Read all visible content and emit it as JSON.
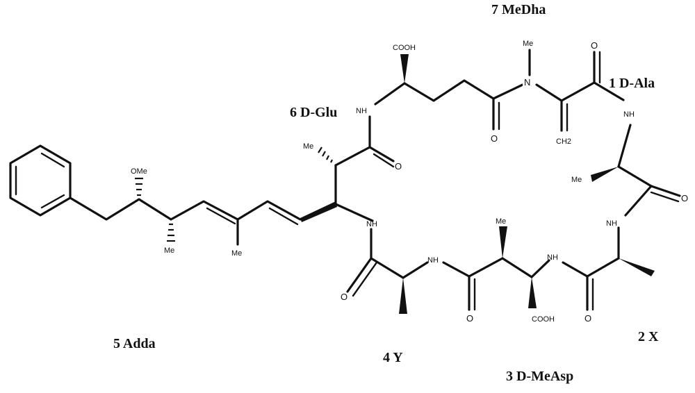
{
  "residue_labels": {
    "r1": "1 D-Ala",
    "r2": "2 X",
    "r3": "3 D-MeAsp",
    "r4": "4 Y",
    "r5": "5 Adda",
    "r6": "6 D-Glu",
    "r7": "7 MeDha"
  },
  "atom_labels": {
    "cooh_glu": "COOH",
    "cooh_asp": "COOH",
    "n_medha": "N",
    "me_n_medha": "Me",
    "o_medha": "O",
    "ch2_medha": "CH2",
    "o_glu_side": "O",
    "o_ala1": "O",
    "nh_ala1": "NH",
    "me_ala1": "Me",
    "o_x": "O",
    "nh_x": "NH",
    "nh_asp": "NH",
    "o_asp": "O",
    "me_asp": "Me",
    "nh_y": "NH",
    "o_y": "O",
    "nh_adda": "NH",
    "o_adda": "O",
    "me_adda_alpha": "Me",
    "nh_glu": "NH",
    "ome_adda": "OMe",
    "me_adda_c8": "Me",
    "me_adda_c6": "Me"
  }
}
